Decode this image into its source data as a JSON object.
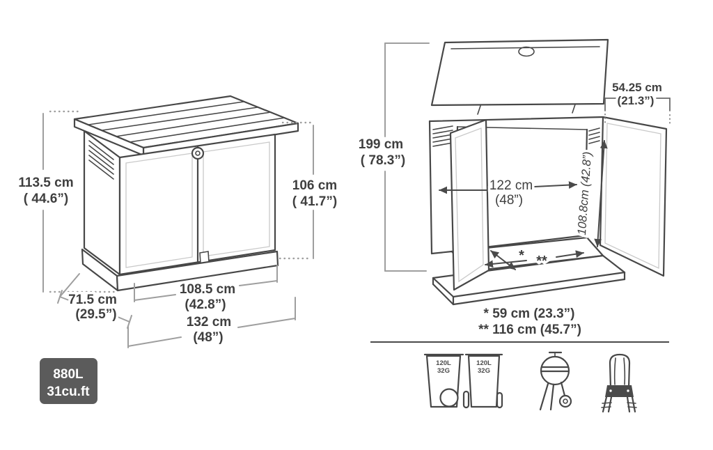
{
  "diagram": {
    "closed_view": {
      "height_left_cm": "113.5 cm",
      "height_left_in": "( 44.6”)",
      "height_right_cm": "106 cm",
      "height_right_in": "( 41.7”)",
      "depth_cm": "71.5 cm",
      "depth_in": "(29.5”)",
      "front_width_cm": "108.5 cm",
      "front_width_in": "(42.8”)",
      "total_width_cm": "132 cm",
      "total_width_in": "(48”)"
    },
    "open_view": {
      "open_height_cm": "199 cm",
      "open_height_in": "( 78.3”)",
      "door_width_cm": "54.25 cm",
      "door_width_in": "(21.3”)",
      "inner_width_cm": "122 cm",
      "inner_width_in": "(48”)",
      "inner_height": "108.8cm (42.8”)",
      "marker_depth": "*",
      "marker_width": "**",
      "footnote_depth": "* 59 cm (23.3”)",
      "footnote_width": "** 116 cm (45.7”)"
    },
    "capacity_badge": {
      "liters": "880L",
      "cubic_feet": "31cu.ft"
    },
    "fits_icons": {
      "bin1_capacity_l": "120L",
      "bin1_capacity_g": "32G",
      "bin2_capacity_l": "120L",
      "bin2_capacity_g": "32G"
    },
    "colors": {
      "line": "#474747",
      "dim_line": "#9e9e9e",
      "text": "#3f3f3f",
      "badge_bg": "#5b5b5b",
      "badge_text": "#ffffff",
      "background": "#ffffff"
    }
  }
}
